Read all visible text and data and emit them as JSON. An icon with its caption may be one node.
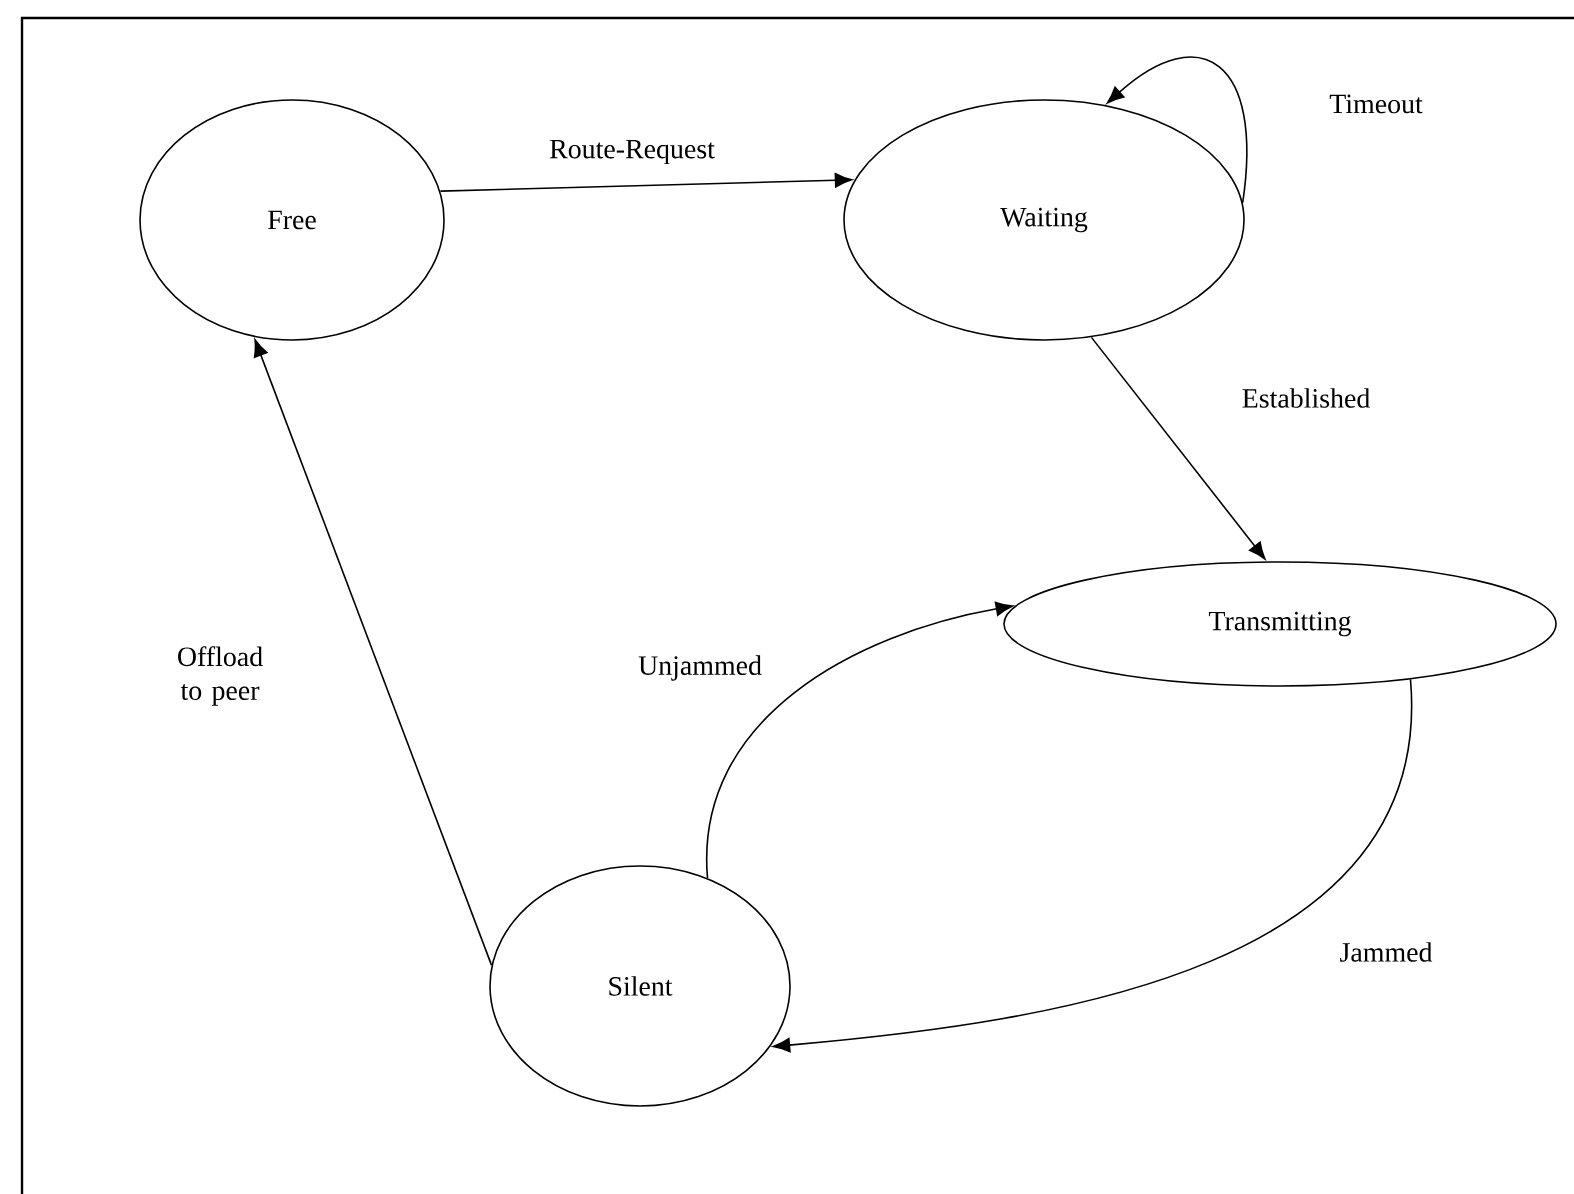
{
  "diagram": {
    "nodes": [
      {
        "text": [
          "Free"
        ]
      },
      {
        "text": [
          "Waiting"
        ]
      },
      {
        "text": [
          "Transmitting"
        ]
      },
      {
        "text": [
          "Silent"
        ]
      }
    ],
    "edges": [
      {
        "from": 0,
        "to": 1,
        "arrow": "to",
        "label": "Route-Request"
      },
      {
        "from": 1,
        "to": 1,
        "arrow": "to",
        "label": "Timeout"
      },
      {
        "from": 1,
        "to": 2,
        "arrow": "to",
        "label": "Established"
      },
      {
        "from": 3,
        "to": 2,
        "arrow": "to",
        "label": "Unjammed"
      },
      {
        "from": 2,
        "to": 3,
        "arrow": "to",
        "label": "Jammed"
      },
      {
        "from": 3,
        "to": 0,
        "arrow": "to",
        "label": "Offload to peer"
      }
    ]
  }
}
